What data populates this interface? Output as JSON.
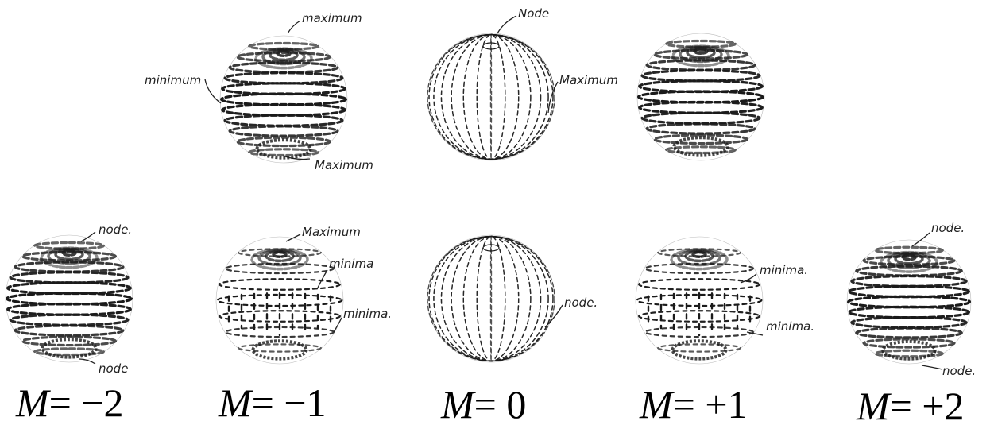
{
  "colors": {
    "ink": "#1a1a1a",
    "paper": "#ffffff"
  },
  "top_row": [
    {
      "id": "top-1",
      "annotations": [
        "maximum",
        "minimum",
        "Maximum"
      ]
    },
    {
      "id": "top-2",
      "annotations": [
        "Node",
        "Maximum"
      ]
    },
    {
      "id": "top-3",
      "annotations": []
    }
  ],
  "bottom_row": [
    {
      "id": "m-neg2",
      "label_var": "M",
      "label_value": "= −2",
      "annotations": [
        "node.",
        "node"
      ]
    },
    {
      "id": "m-neg1",
      "label_var": "M",
      "label_value": "= −1",
      "annotations": [
        "Maximum",
        "minima",
        "minima."
      ]
    },
    {
      "id": "m-0",
      "label_var": "M",
      "label_value": "= 0",
      "annotations": [
        "node."
      ]
    },
    {
      "id": "m-pos1",
      "label_var": "M",
      "label_value": "= +1",
      "annotations": [
        "minima.",
        "minima."
      ]
    },
    {
      "id": "m-pos2",
      "label_var": "M",
      "label_value": "= +2",
      "annotations": [
        "node.",
        "node."
      ]
    }
  ]
}
